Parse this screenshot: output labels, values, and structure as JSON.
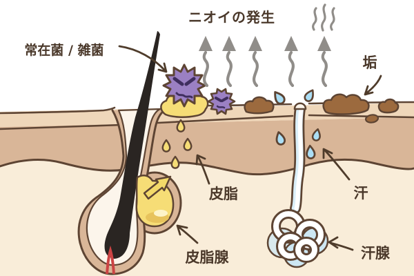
{
  "title": "ニオイの発生",
  "labels": {
    "bacteria": "常在菌 / 雑菌",
    "dirt": "垢",
    "sebum": "皮脂",
    "sebaceous_gland": "皮脂腺",
    "sweat": "汗",
    "sweat_gland": "汗腺"
  },
  "colors": {
    "outline": "#5d4433",
    "pointer": "#4f3c2b",
    "text": "#4a382a",
    "dermis": "#f9edd9",
    "epidermis": "#d9b698",
    "stratum_band": "#efd7ba",
    "sebum_yellow": "#f6dd76",
    "sebum_arrow": "#f3d969",
    "gland_shade": "#e7c35c",
    "gland_highlight": "#fdf4c9",
    "bacteria_purple": "#9b80c3",
    "bacteria_face": "#3f2e5e",
    "dirt_brown": "#9c6a3e",
    "sweat_blue": "#abdef5",
    "lining_white": "#fcf5eb",
    "hair_black": "#2a2522",
    "papilla_red": "#cc4444",
    "steam_gray": "#908d89"
  }
}
